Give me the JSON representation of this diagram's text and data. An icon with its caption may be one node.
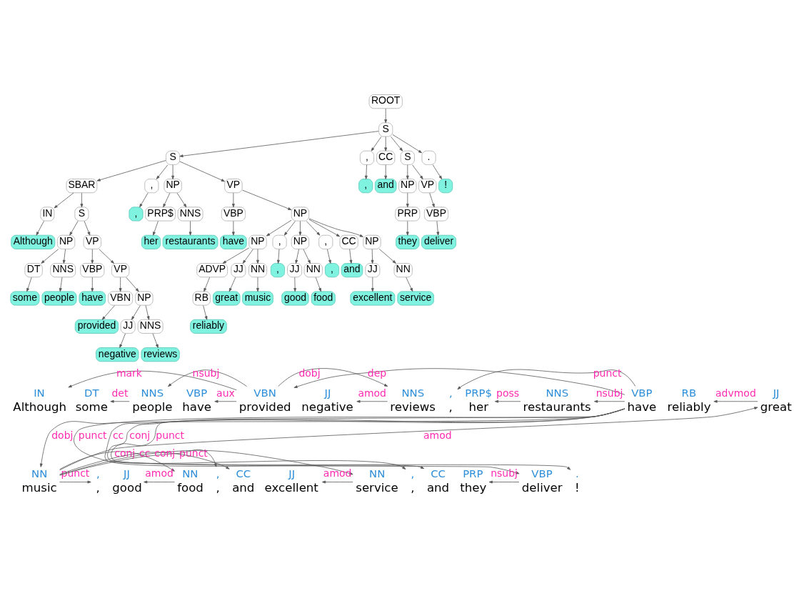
{
  "diagram": {
    "nodes": [
      {
        "text": [
          "ROOT"
        ]
      },
      {
        "text": [
          "S"
        ]
      },
      {
        "text": [
          "S"
        ]
      },
      {
        "text": [
          "SBAR"
        ]
      },
      {
        "text": [
          "IN"
        ]
      },
      {
        "text": [
          "Although"
        ]
      },
      {
        "text": [
          "S"
        ]
      },
      {
        "text": [
          "NP"
        ]
      },
      {
        "text": [
          "DT"
        ]
      },
      {
        "text": [
          "some"
        ]
      },
      {
        "text": [
          "NNS"
        ]
      },
      {
        "text": [
          "people"
        ]
      },
      {
        "text": [
          "VP"
        ]
      },
      {
        "text": [
          "VBP"
        ]
      },
      {
        "text": [
          "have"
        ]
      },
      {
        "text": [
          "VP"
        ]
      },
      {
        "text": [
          "VBN"
        ]
      },
      {
        "text": [
          "provided"
        ]
      },
      {
        "text": [
          "NP"
        ]
      },
      {
        "text": [
          "JJ"
        ]
      },
      {
        "text": [
          "negative"
        ]
      },
      {
        "text": [
          "NNS"
        ]
      },
      {
        "text": [
          "reviews"
        ]
      },
      {
        "text": [
          ","
        ]
      },
      {
        "text": [
          ","
        ]
      },
      {
        "text": [
          "NP"
        ]
      },
      {
        "text": [
          "PRP$"
        ]
      },
      {
        "text": [
          "her"
        ]
      },
      {
        "text": [
          "NNS"
        ]
      },
      {
        "text": [
          "restaurants"
        ]
      },
      {
        "text": [
          "VP"
        ]
      },
      {
        "text": [
          "VBP"
        ]
      },
      {
        "text": [
          "have"
        ]
      },
      {
        "text": [
          "NP"
        ]
      },
      {
        "text": [
          "NP"
        ]
      },
      {
        "text": [
          "ADVP"
        ]
      },
      {
        "text": [
          "RB"
        ]
      },
      {
        "text": [
          "reliably"
        ]
      },
      {
        "text": [
          "JJ"
        ]
      },
      {
        "text": [
          "great"
        ]
      },
      {
        "text": [
          "NN"
        ]
      },
      {
        "text": [
          "music"
        ]
      },
      {
        "text": [
          ","
        ]
      },
      {
        "text": [
          ","
        ]
      },
      {
        "text": [
          "NP"
        ]
      },
      {
        "text": [
          "JJ"
        ]
      },
      {
        "text": [
          "good"
        ]
      },
      {
        "text": [
          "NN"
        ]
      },
      {
        "text": [
          "food"
        ]
      },
      {
        "text": [
          ","
        ]
      },
      {
        "text": [
          ","
        ]
      },
      {
        "text": [
          "CC"
        ]
      },
      {
        "text": [
          "and"
        ]
      },
      {
        "text": [
          "NP"
        ]
      },
      {
        "text": [
          "JJ"
        ]
      },
      {
        "text": [
          "excellent"
        ]
      },
      {
        "text": [
          "NN"
        ]
      },
      {
        "text": [
          "service"
        ]
      },
      {
        "text": [
          ","
        ]
      },
      {
        "text": [
          ","
        ]
      },
      {
        "text": [
          "CC"
        ]
      },
      {
        "text": [
          "and"
        ]
      },
      {
        "text": [
          "S"
        ]
      },
      {
        "text": [
          "NP"
        ]
      },
      {
        "text": [
          "PRP"
        ]
      },
      {
        "text": [
          "they"
        ]
      },
      {
        "text": [
          "VP"
        ]
      },
      {
        "text": [
          "VBP"
        ]
      },
      {
        "text": [
          "deliver"
        ]
      },
      {
        "text": [
          "."
        ]
      },
      {
        "text": [
          "!"
        ]
      },
      {
        "text": [
          "IN",
          "Although"
        ]
      },
      {
        "text": [
          "DT",
          "some"
        ]
      },
      {
        "text": [
          "NNS",
          "people"
        ]
      },
      {
        "text": [
          "VBP",
          "have"
        ]
      },
      {
        "text": [
          "VBN",
          "provided"
        ]
      },
      {
        "text": [
          "JJ",
          "negative"
        ]
      },
      {
        "text": [
          "NNS",
          "reviews"
        ]
      },
      {
        "text": [
          ",",
          ","
        ]
      },
      {
        "text": [
          "PRP$",
          "her"
        ]
      },
      {
        "text": [
          "NNS",
          "restaurants"
        ]
      },
      {
        "text": [
          "VBP",
          "have"
        ]
      },
      {
        "text": [
          "RB",
          "reliably"
        ]
      },
      {
        "text": [
          "JJ",
          "great"
        ]
      },
      {
        "text": [
          "NN",
          "music"
        ]
      },
      {
        "text": [
          ",",
          ","
        ]
      },
      {
        "text": [
          "JJ",
          "good"
        ]
      },
      {
        "text": [
          "NN",
          "food"
        ]
      },
      {
        "text": [
          ",",
          ","
        ]
      },
      {
        "text": [
          "CC",
          "and"
        ]
      },
      {
        "text": [
          "JJ",
          "excellent"
        ]
      },
      {
        "text": [
          "NN",
          "service"
        ]
      },
      {
        "text": [
          ",",
          ","
        ]
      },
      {
        "text": [
          "CC",
          "and"
        ]
      },
      {
        "text": [
          "PRP",
          "they"
        ]
      },
      {
        "text": [
          "VBP",
          "deliver"
        ]
      },
      {
        "text": [
          ".",
          "!"
        ]
      }
    ],
    "edges": [
      {
        "from": 0,
        "to": 1,
        "arrow": "to"
      },
      {
        "from": 1,
        "to": 2,
        "arrow": "to"
      },
      {
        "from": 2,
        "to": 3,
        "arrow": "to"
      },
      {
        "from": 3,
        "to": 4,
        "arrow": "to"
      },
      {
        "from": 4,
        "to": 5,
        "arrow": "to"
      },
      {
        "from": 3,
        "to": 6,
        "arrow": "to"
      },
      {
        "from": 6,
        "to": 7,
        "arrow": "to"
      },
      {
        "from": 7,
        "to": 8,
        "arrow": "to"
      },
      {
        "from": 8,
        "to": 9,
        "arrow": "to"
      },
      {
        "from": 7,
        "to": 10,
        "arrow": "to"
      },
      {
        "from": 10,
        "to": 11,
        "arrow": "to"
      },
      {
        "from": 6,
        "to": 12,
        "arrow": "to"
      },
      {
        "from": 12,
        "to": 13,
        "arrow": "to"
      },
      {
        "from": 13,
        "to": 14,
        "arrow": "to"
      },
      {
        "from": 12,
        "to": 15,
        "arrow": "to"
      },
      {
        "from": 15,
        "to": 16,
        "arrow": "to"
      },
      {
        "from": 16,
        "to": 17,
        "arrow": "to"
      },
      {
        "from": 15,
        "to": 18,
        "arrow": "to"
      },
      {
        "from": 18,
        "to": 19,
        "arrow": "to"
      },
      {
        "from": 19,
        "to": 20,
        "arrow": "to"
      },
      {
        "from": 18,
        "to": 21,
        "arrow": "to"
      },
      {
        "from": 21,
        "to": 22,
        "arrow": "to"
      },
      {
        "from": 2,
        "to": 23,
        "arrow": "to"
      },
      {
        "from": 23,
        "to": 24,
        "arrow": "to"
      },
      {
        "from": 2,
        "to": 25,
        "arrow": "to"
      },
      {
        "from": 25,
        "to": 26,
        "arrow": "to"
      },
      {
        "from": 26,
        "to": 27,
        "arrow": "to"
      },
      {
        "from": 25,
        "to": 28,
        "arrow": "to"
      },
      {
        "from": 28,
        "to": 29,
        "arrow": "to"
      },
      {
        "from": 2,
        "to": 30,
        "arrow": "to"
      },
      {
        "from": 30,
        "to": 31,
        "arrow": "to"
      },
      {
        "from": 31,
        "to": 32,
        "arrow": "to"
      },
      {
        "from": 30,
        "to": 33,
        "arrow": "to"
      },
      {
        "from": 33,
        "to": 34,
        "arrow": "to"
      },
      {
        "from": 34,
        "to": 35,
        "arrow": "to"
      },
      {
        "from": 35,
        "to": 36,
        "arrow": "to"
      },
      {
        "from": 36,
        "to": 37,
        "arrow": "to"
      },
      {
        "from": 34,
        "to": 38,
        "arrow": "to"
      },
      {
        "from": 38,
        "to": 39,
        "arrow": "to"
      },
      {
        "from": 34,
        "to": 40,
        "arrow": "to"
      },
      {
        "from": 40,
        "to": 41,
        "arrow": "to"
      },
      {
        "from": 33,
        "to": 42,
        "arrow": "to"
      },
      {
        "from": 42,
        "to": 43,
        "arrow": "to"
      },
      {
        "from": 33,
        "to": 44,
        "arrow": "to"
      },
      {
        "from": 44,
        "to": 45,
        "arrow": "to"
      },
      {
        "from": 45,
        "to": 46,
        "arrow": "to"
      },
      {
        "from": 44,
        "to": 47,
        "arrow": "to"
      },
      {
        "from": 47,
        "to": 48,
        "arrow": "to"
      },
      {
        "from": 33,
        "to": 49,
        "arrow": "to"
      },
      {
        "from": 49,
        "to": 50,
        "arrow": "to"
      },
      {
        "from": 33,
        "to": 51,
        "arrow": "to"
      },
      {
        "from": 51,
        "to": 52,
        "arrow": "to"
      },
      {
        "from": 33,
        "to": 53,
        "arrow": "to"
      },
      {
        "from": 53,
        "to": 54,
        "arrow": "to"
      },
      {
        "from": 54,
        "to": 55,
        "arrow": "to"
      },
      {
        "from": 53,
        "to": 56,
        "arrow": "to"
      },
      {
        "from": 56,
        "to": 57,
        "arrow": "to"
      },
      {
        "from": 1,
        "to": 58,
        "arrow": "to"
      },
      {
        "from": 58,
        "to": 59,
        "arrow": "to"
      },
      {
        "from": 1,
        "to": 60,
        "arrow": "to"
      },
      {
        "from": 60,
        "to": 61,
        "arrow": "to"
      },
      {
        "from": 1,
        "to": 62,
        "arrow": "to"
      },
      {
        "from": 62,
        "to": 63,
        "arrow": "to"
      },
      {
        "from": 63,
        "to": 64,
        "arrow": "to"
      },
      {
        "from": 64,
        "to": 65,
        "arrow": "to"
      },
      {
        "from": 62,
        "to": 66,
        "arrow": "to"
      },
      {
        "from": 66,
        "to": 67,
        "arrow": "to"
      },
      {
        "from": 67,
        "to": 68,
        "arrow": "to"
      },
      {
        "from": 1,
        "to": 69,
        "arrow": "to"
      },
      {
        "from": 69,
        "to": 70,
        "arrow": "to"
      },
      {
        "from": 75,
        "to": 71,
        "label": "mark",
        "arrow": "to"
      },
      {
        "from": 73,
        "to": 72,
        "label": "det",
        "arrow": "to"
      },
      {
        "from": 75,
        "to": 73,
        "label": "nsubj",
        "arrow": "to"
      },
      {
        "from": 75,
        "to": 74,
        "label": "aux",
        "arrow": "to"
      },
      {
        "from": 81,
        "to": 75,
        "label": "dep",
        "arrow": "to"
      },
      {
        "from": 75,
        "to": 77,
        "label": "dobj",
        "arrow": "to"
      },
      {
        "from": 77,
        "to": 76,
        "label": "amod",
        "arrow": "to"
      },
      {
        "from": 81,
        "to": 78,
        "label": "punct",
        "arrow": "to"
      },
      {
        "from": 80,
        "to": 79,
        "label": "poss",
        "arrow": "to"
      },
      {
        "from": 81,
        "to": 80,
        "label": "nsubj",
        "arrow": "to"
      },
      {
        "from": 81,
        "to": 84,
        "label": "dobj",
        "arrow": "to"
      },
      {
        "from": 83,
        "to": 82,
        "label": "advmod",
        "arrow": "to"
      },
      {
        "from": 84,
        "to": 83,
        "label": "amod",
        "arrow": "to"
      },
      {
        "from": 84,
        "to": 85,
        "label": "punct",
        "arrow": "to"
      },
      {
        "from": 87,
        "to": 86,
        "label": "amod",
        "arrow": "to"
      },
      {
        "from": 84,
        "to": 87,
        "label": "conj",
        "arrow": "to"
      },
      {
        "from": 84,
        "to": 88,
        "label": "punct",
        "arrow": "to"
      },
      {
        "from": 84,
        "to": 89,
        "label": "cc",
        "arrow": "to"
      },
      {
        "from": 84,
        "to": 91,
        "label": "conj",
        "arrow": "to"
      },
      {
        "from": 91,
        "to": 90,
        "label": "amod",
        "arrow": "to"
      },
      {
        "from": 81,
        "to": 92,
        "label": "punct",
        "arrow": "to"
      },
      {
        "from": 81,
        "to": 93,
        "label": "cc",
        "arrow": "to"
      },
      {
        "from": 81,
        "to": 95,
        "label": "conj",
        "arrow": "to"
      },
      {
        "from": 81,
        "to": 96,
        "label": "punct",
        "arrow": "to"
      },
      {
        "from": 95,
        "to": 94,
        "label": "nsubj",
        "arrow": "to"
      }
    ]
  }
}
